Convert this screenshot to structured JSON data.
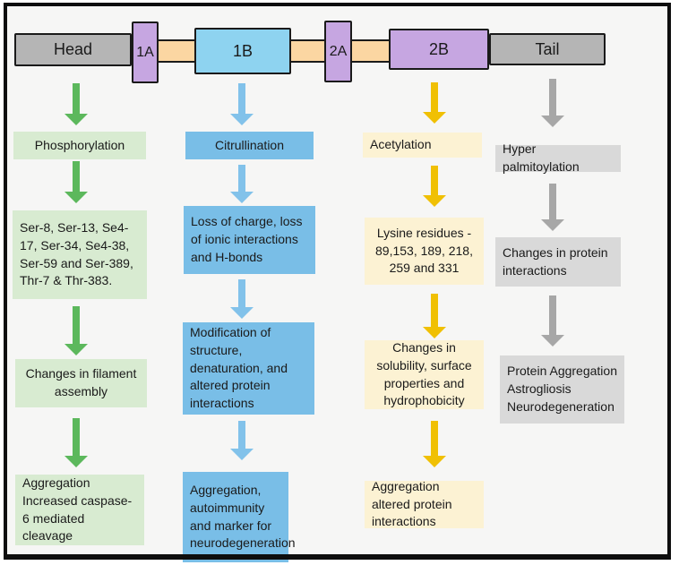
{
  "figure": {
    "description": "Protein domain map with post-translational modifications flowchart",
    "background_color": "#f6f6f5",
    "frame_border_color": "#0e0e0e"
  },
  "protein_bar": {
    "backbone_color": "#fbd6a2",
    "domains": [
      {
        "label": "Head",
        "color": "#b5b5b5"
      },
      {
        "label": "1A",
        "color": "#c6a6e1"
      },
      {
        "label": "1B",
        "color": "#8ed3f0"
      },
      {
        "label": "2A",
        "color": "#c6a6e1"
      },
      {
        "label": "2B",
        "color": "#c6a6e1"
      },
      {
        "label": "Tail",
        "color": "#b5b5b5"
      }
    ]
  },
  "columns": [
    {
      "name": "phosphorylation",
      "arrow_color": "#5cb85c",
      "box_color": "#d8ebd1",
      "boxes": [
        {
          "text": "Phosphorylation"
        },
        {
          "text": "Ser-8, Ser-13, Se4-17, Ser-34, Se4-38, Ser-59 and Ser-389, Thr-7 & Thr-383."
        },
        {
          "text": "Changes in filament assembly"
        },
        {
          "text": "Aggregation Increased caspase-6 mediated cleavage"
        }
      ]
    },
    {
      "name": "citrullination",
      "arrow_color": "#82c2ea",
      "box_color": "#79bee7",
      "boxes": [
        {
          "text": "Citrullination"
        },
        {
          "text": "Loss of charge, loss of ionic interactions and H-bonds"
        },
        {
          "text": "Modification of structure, denaturation, and altered protein interactions"
        },
        {
          "text": "Aggregation, autoimmunity and marker for neurodegeneration"
        }
      ]
    },
    {
      "name": "acetylation",
      "arrow_color": "#f0c004",
      "box_color": "#fcf2d3",
      "boxes": [
        {
          "text": "Acetylation"
        },
        {
          "text": "Lysine residues - 89,153, 189, 218, 259 and 331"
        },
        {
          "text": "Changes in solubility, surface properties and hydrophobicity"
        },
        {
          "text": "Aggregation altered protein interactions"
        }
      ]
    },
    {
      "name": "hyper-palmitoylation",
      "arrow_color": "#a7a7a7",
      "box_color": "#d9d9d9",
      "boxes": [
        {
          "text": "Hyper palmitoylation"
        },
        {
          "text": "Changes in protein interactions"
        },
        {
          "text": "Protein Aggregation Astrogliosis Neurodegeneration"
        }
      ]
    }
  ]
}
